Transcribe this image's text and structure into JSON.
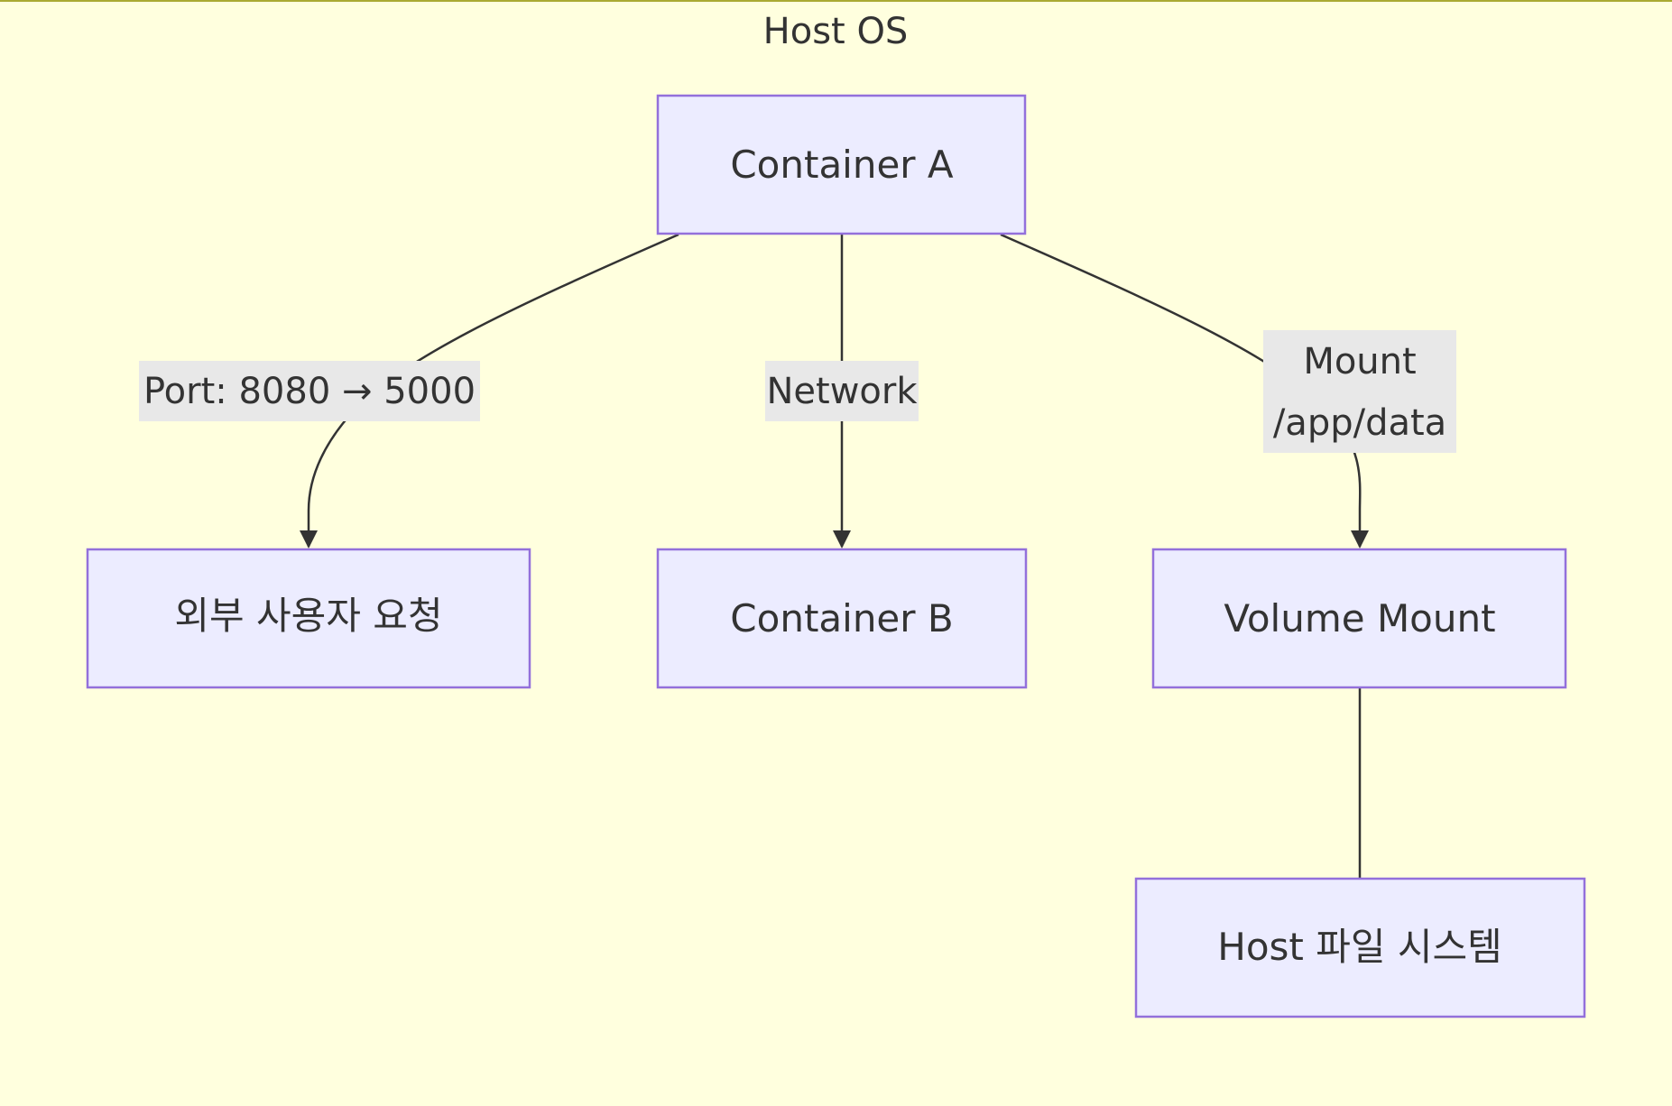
{
  "diagram": {
    "cluster": {
      "title": "Host OS",
      "fill": "#ffffde",
      "stroke": "#aaaa33"
    },
    "node_style": {
      "fill": "#ececff",
      "stroke": "#9370db",
      "text": "#333333"
    },
    "edge_style": {
      "stroke": "#333333",
      "label_background": "#e8e8e8"
    },
    "nodes": {
      "container_a": "Container A",
      "external_request": "외부 사용자 요청",
      "container_b": "Container B",
      "volume_mount": "Volume Mount",
      "host_filesystem": "Host 파일 시스템"
    },
    "edges": {
      "port": {
        "from": "Container A",
        "to": "외부 사용자 요청",
        "label": "Port: 8080 → 5000"
      },
      "network": {
        "from": "Container A",
        "to": "Container B",
        "label": "Network"
      },
      "mount": {
        "from": "Container A",
        "to": "Volume Mount",
        "label_line1": "Mount",
        "label_line2": "/app/data"
      },
      "volume_host": {
        "from": "Volume Mount",
        "to": "Host 파일 시스템",
        "label": ""
      }
    }
  }
}
